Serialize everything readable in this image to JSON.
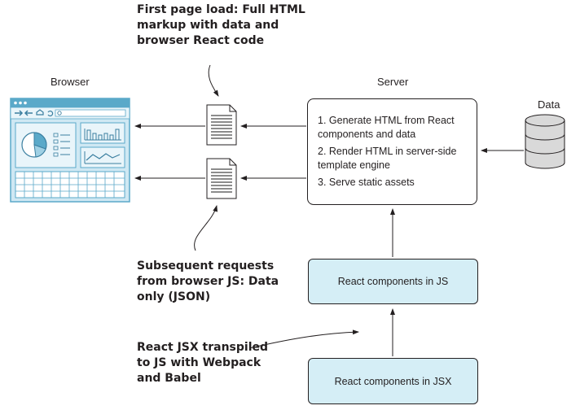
{
  "notes": {
    "first_load": "First page load: Full HTML\nmarkup with data and\nbrowser React code",
    "subsequent": "Subsequent requests\nfrom browser JS: Data\nonly (JSON)",
    "transpiled": "React JSX transpiled\nto JS with Webpack\nand Babel"
  },
  "labels": {
    "browser": "Browser",
    "server": "Server",
    "data": "Data"
  },
  "server_steps": [
    "1. Generate HTML from React\n    components and data",
    "2. Render HTML in server-side\n    template engine",
    "3. Serve static assets"
  ],
  "boxes": {
    "react_js": "React components in JS",
    "react_jsx": "React components in JSX"
  },
  "colors": {
    "browser_fill": "#cfe8f3",
    "browser_frame": "#5aa9c9",
    "box_fill": "#d5eef6",
    "line": "#231f20"
  }
}
